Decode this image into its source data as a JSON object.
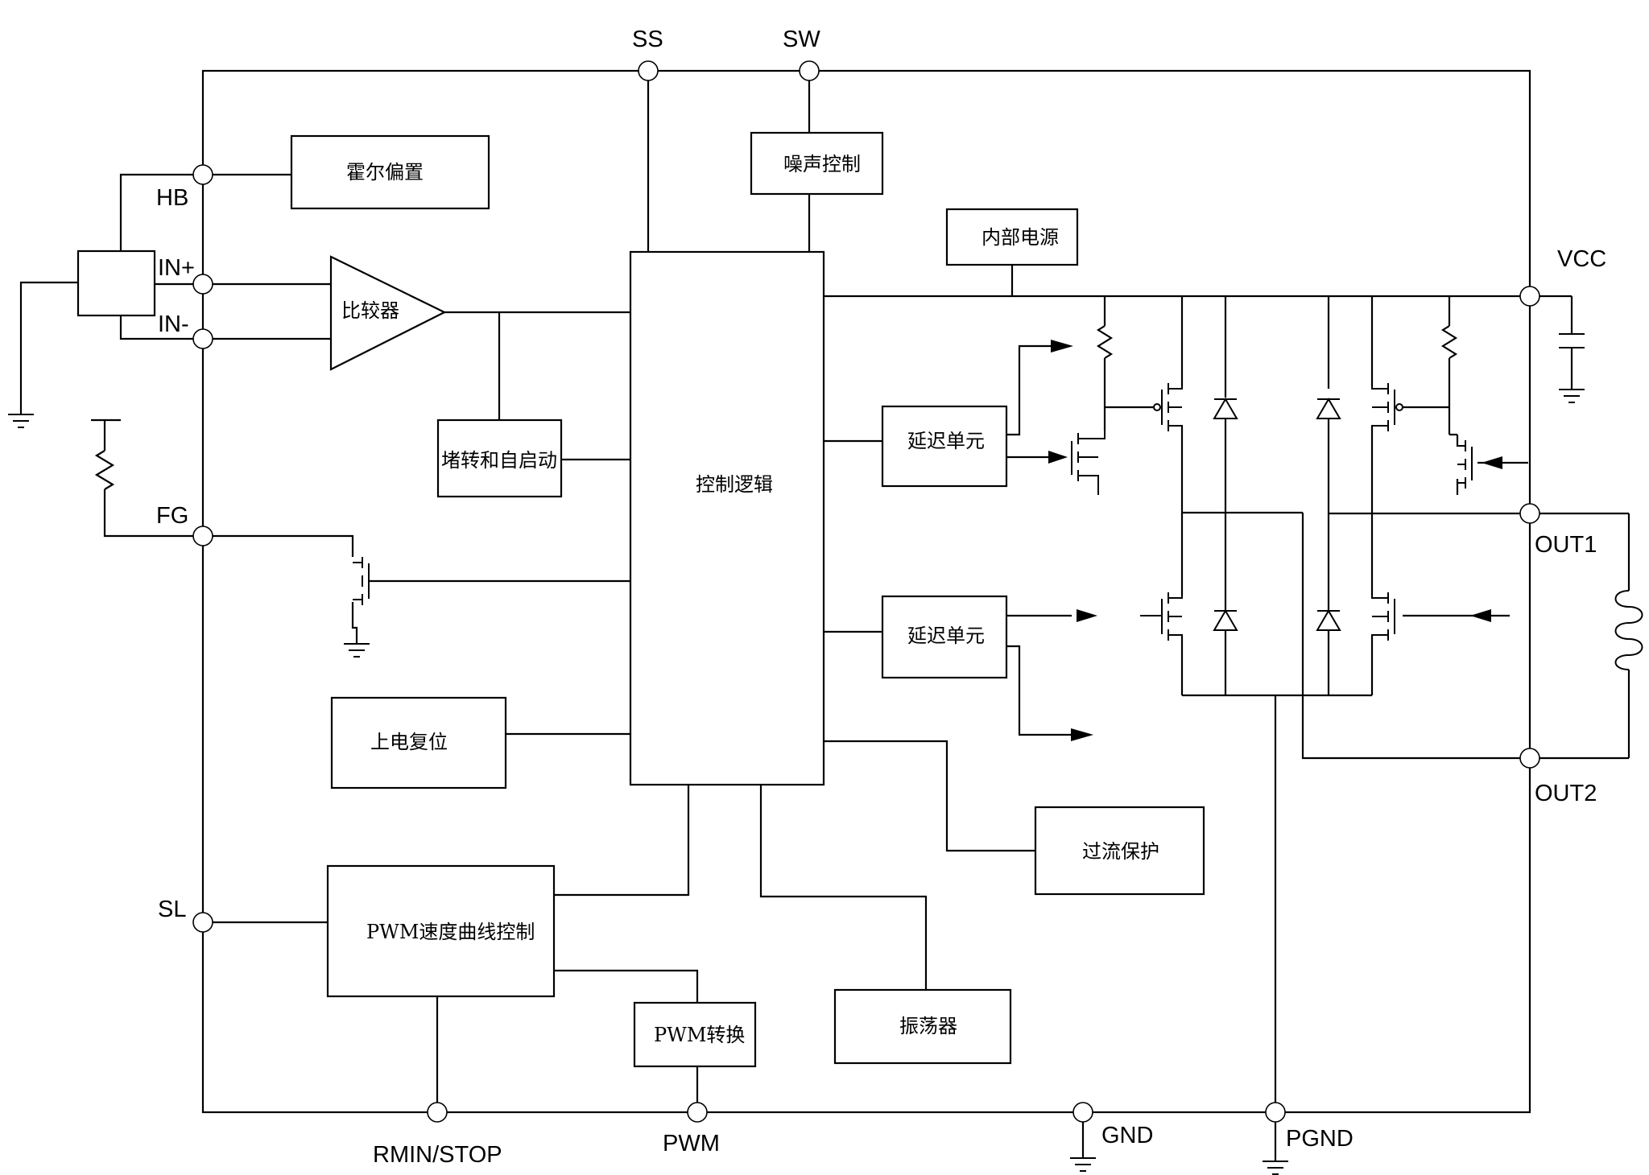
{
  "pins": {
    "ss": "SS",
    "sw": "SW",
    "hb": "HB",
    "in_plus": "IN+",
    "in_minus": "IN-",
    "fg": "FG",
    "sl": "SL",
    "vcc": "VCC",
    "out1": "OUT1",
    "out2": "OUT2",
    "rmin_stop": "RMIN/STOP",
    "pwm": "PWM",
    "gnd": "GND",
    "pgnd": "PGND"
  },
  "blocks": {
    "hall_bias": "霍尔偏置",
    "noise_control": "噪声控制",
    "internal_power": "内部电源",
    "comparator": "比较器",
    "lock_restart": "堵转和自启动",
    "control_logic": "控制逻辑",
    "delay_unit_1": "延迟单元",
    "delay_unit_2": "延迟单元",
    "power_on_reset": "上电复位",
    "overcurrent_protection": "过流保护",
    "pwm_speed_curve": "PWM速度曲线控制",
    "pwm_convert": "PWM转换",
    "oscillator": "振荡器"
  }
}
